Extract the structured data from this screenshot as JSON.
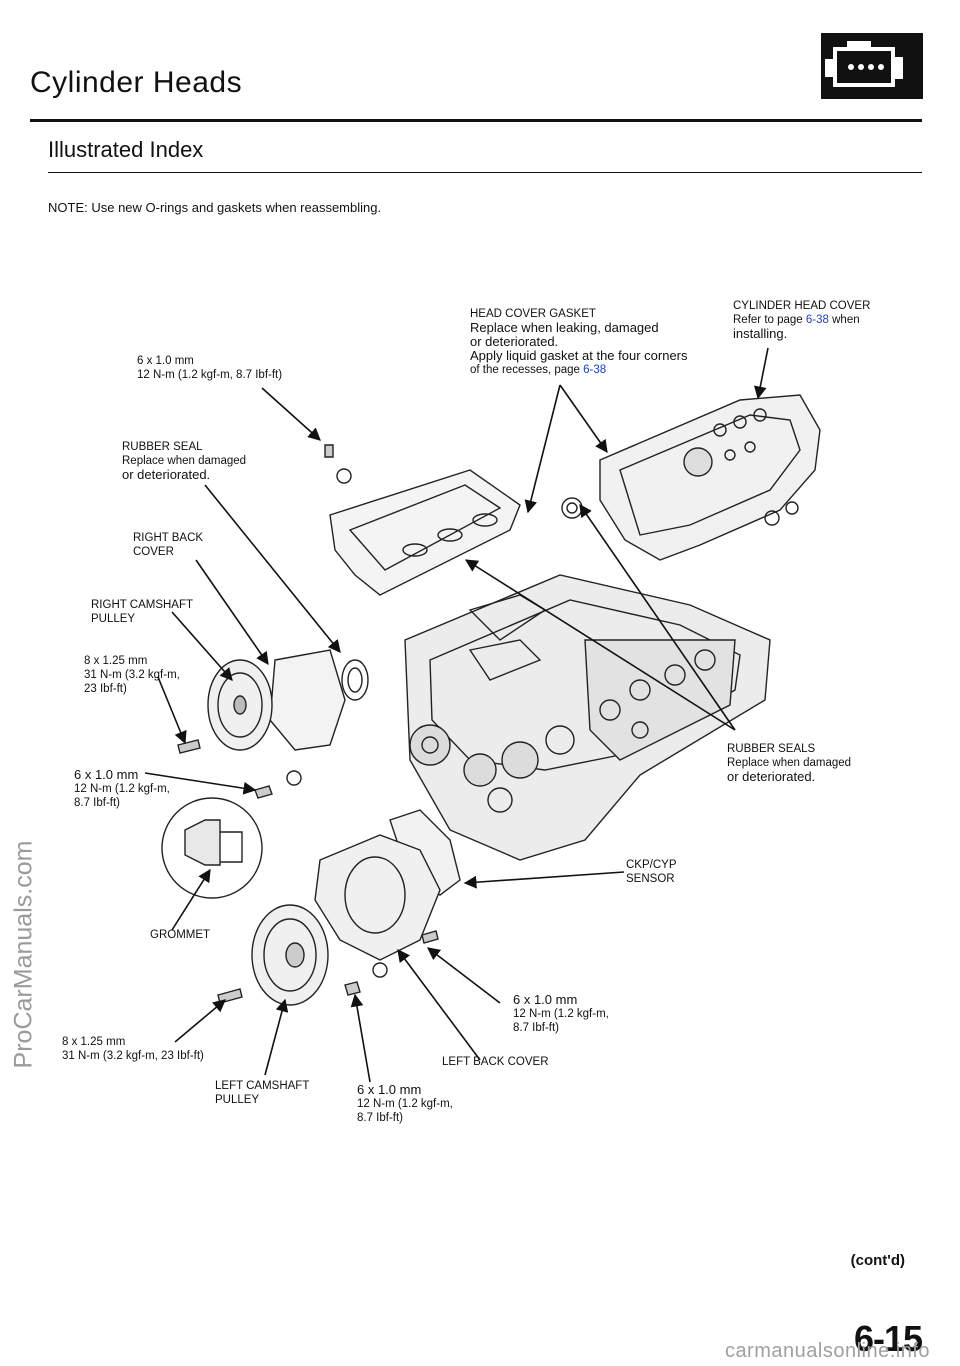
{
  "header": {
    "title": "Cylinder Heads",
    "subtitle": "Illustrated Index",
    "note": "NOTE:  Use new O-rings and gaskets when reassembling."
  },
  "labels": {
    "head_cover_gasket": [
      "HEAD COVER GASKET",
      "Replace when leaking, damaged",
      "or deteriorated.",
      "Apply liquid gasket at the four corners",
      "of the  recesses,  page "
    ],
    "head_cover_gasket_ref": "6-38",
    "cylinder_head_cover": [
      "CYLINDER  HEAD  COVER",
      "Refer  to  page ",
      "installing."
    ],
    "cylinder_head_cover_ref": "6-38",
    "cylinder_head_cover_when": " when",
    "bolt_top": [
      "6 x  1.0 mm",
      "12  N-m  (1.2  kgf-m,  8.7  Ibf-ft)"
    ],
    "rubber_seal": [
      "RUBBER SEAL",
      "Replace  when  damaged",
      "or deteriorated."
    ],
    "right_back_cover": [
      "RIGHT BACK",
      "COVER"
    ],
    "right_camshaft_pulley": [
      "RIGHT  CAMSHAFT",
      "PULLEY"
    ],
    "bolt_right_pulley": [
      "8 x  1.25  mm",
      "31  N-m  (3.2  kgf-m,",
      "23  Ibf-ft)"
    ],
    "bolt_mid_left": [
      "6 x  1.0 mm",
      "12  N-m  (1.2  kgf-m,",
      "8.7  Ibf-ft)"
    ],
    "rubber_seals": [
      "RUBBER SEALS",
      "Replace  when  damaged",
      "or deteriorated."
    ],
    "ckp_cyp_sensor": [
      "CKP/CYP",
      "SENSOR"
    ],
    "grommet": "GROMMET",
    "bolt_bottom_right": [
      "6 x  1.0 mm",
      "12  N-m  (1.2  kgf-m,",
      "8.7  Ibf-ft)"
    ],
    "bolt_left_pulley": [
      "8 x  1.25  mm",
      "31  N-m  (3.2 kgf-m, 23  Ibf-ft)"
    ],
    "left_back_cover": "LEFT  BACK  COVER",
    "left_camshaft_pulley": [
      "LEFT  CAMSHAFT",
      "PULLEY"
    ],
    "bolt_bottom_center": [
      "6 x  1.0 mm",
      "12  N-m  (1.2  kgf-m,",
      "8.7  Ibf-ft)"
    ]
  },
  "footer": {
    "side_watermark": "ProCarManuals.com",
    "contd": "(cont'd)",
    "page_number": "6-15",
    "bottom_watermark": "carmanualsonline.info"
  }
}
